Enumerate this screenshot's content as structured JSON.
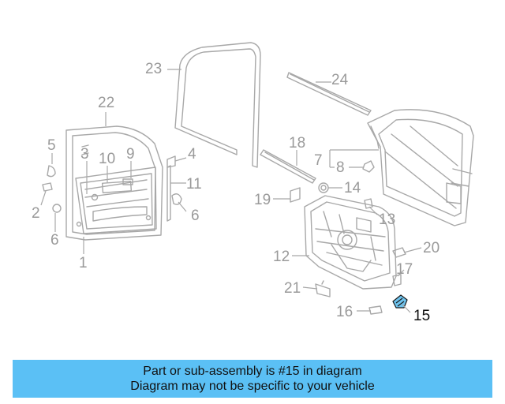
{
  "diagram": {
    "highlight_color": "#6ec4ef",
    "line_color": "#a8a8a8",
    "callouts": [
      {
        "id": "1",
        "label": "1"
      },
      {
        "id": "2",
        "label": "2"
      },
      {
        "id": "3",
        "label": "3"
      },
      {
        "id": "4",
        "label": "4"
      },
      {
        "id": "5",
        "label": "5"
      },
      {
        "id": "6a",
        "label": "6"
      },
      {
        "id": "6b",
        "label": "6"
      },
      {
        "id": "7",
        "label": "7"
      },
      {
        "id": "8",
        "label": "8"
      },
      {
        "id": "9",
        "label": "9"
      },
      {
        "id": "10",
        "label": "10"
      },
      {
        "id": "11",
        "label": "11"
      },
      {
        "id": "12",
        "label": "12"
      },
      {
        "id": "13",
        "label": "13"
      },
      {
        "id": "14",
        "label": "14"
      },
      {
        "id": "15",
        "label": "15"
      },
      {
        "id": "16",
        "label": "16"
      },
      {
        "id": "17",
        "label": "17"
      },
      {
        "id": "18",
        "label": "18"
      },
      {
        "id": "19",
        "label": "19"
      },
      {
        "id": "20",
        "label": "20"
      },
      {
        "id": "21",
        "label": "21"
      },
      {
        "id": "22",
        "label": "22"
      },
      {
        "id": "23",
        "label": "23"
      },
      {
        "id": "24",
        "label": "24"
      }
    ],
    "highlighted_part": "15"
  },
  "banner": {
    "line1": "Part or sub-assembly is #15 in diagram",
    "line2": "Diagram may not be specific to your vehicle",
    "background": "#5bc0f5"
  }
}
